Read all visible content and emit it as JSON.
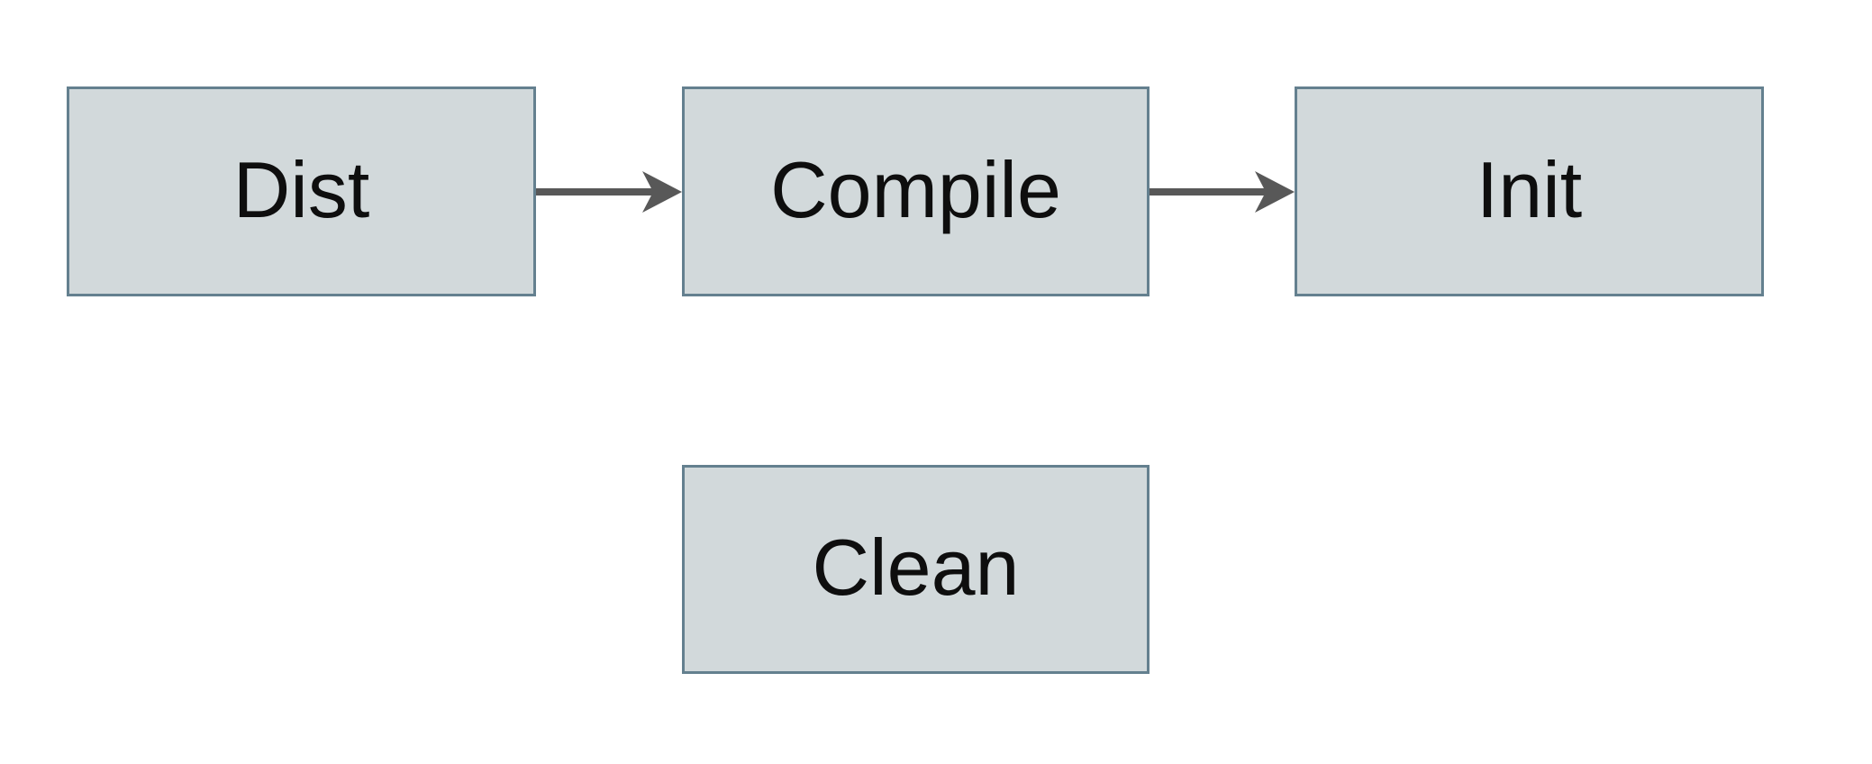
{
  "diagram": {
    "colors": {
      "background_color": "#ffffff",
      "node_fill_color": "#d2d9db",
      "node_border_color": "#64808f",
      "arrow_color": "#585858",
      "label_color": "#0e0e0e"
    },
    "nodes": [
      {
        "id": "dist",
        "label": "Dist"
      },
      {
        "id": "compile",
        "label": "Compile"
      },
      {
        "id": "init",
        "label": "Init"
      },
      {
        "id": "clean",
        "label": "Clean"
      }
    ],
    "edges": [
      {
        "from": "Dist",
        "to": "Compile",
        "direction": "right"
      },
      {
        "from": "Compile",
        "to": "Init",
        "direction": "right"
      }
    ]
  }
}
